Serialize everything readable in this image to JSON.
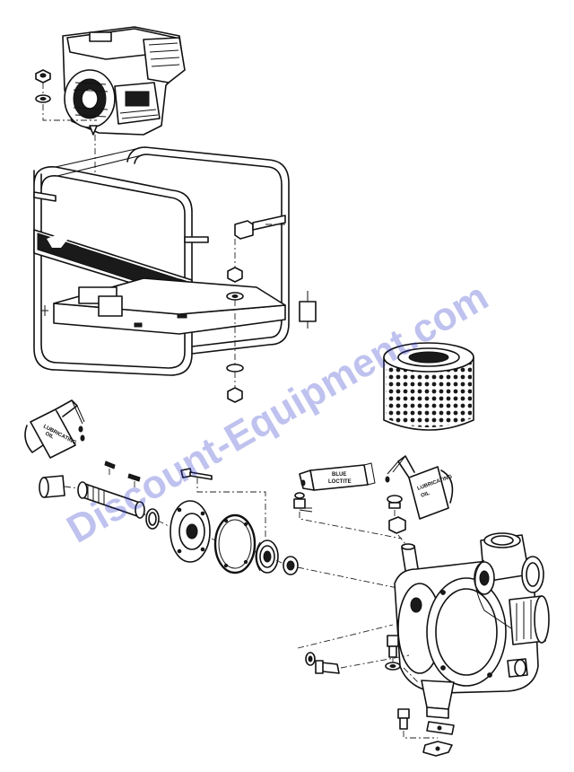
{
  "tube_label": {
    "line1": "BLUE",
    "line2": "LOCTITE"
  },
  "can_left_label": {
    "line1": "LUBRICATING",
    "line2": "OIL"
  },
  "can_right_label": {
    "line1": "LUBRICATING",
    "line2": "OIL"
  },
  "watermark": "Discount-Equipment.com",
  "colors": {
    "line": "#111111",
    "watermark": "#2a36c8"
  }
}
